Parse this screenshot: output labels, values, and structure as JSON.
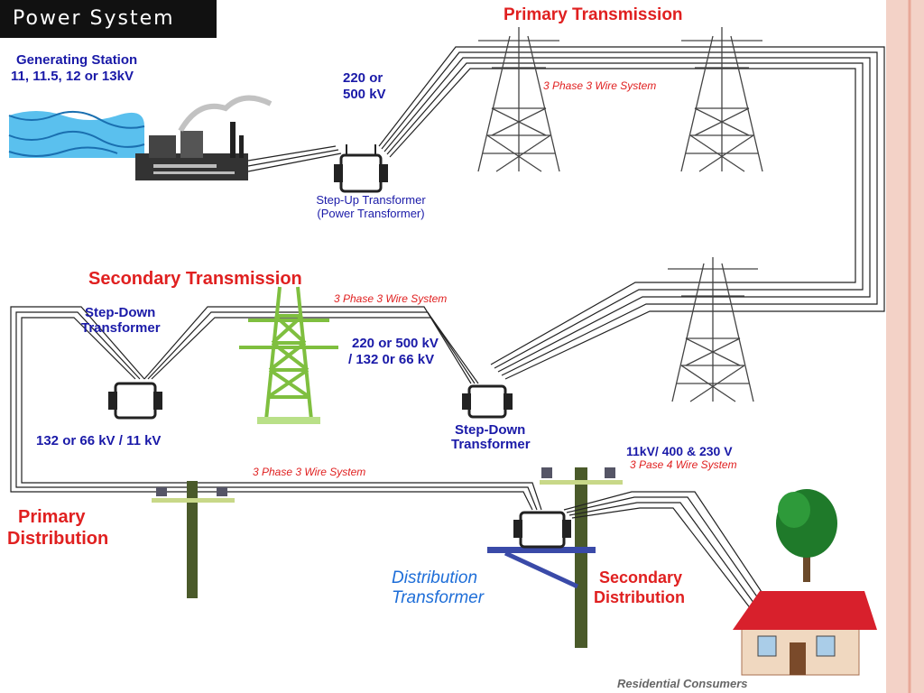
{
  "title": "Power System",
  "labels": {
    "generating_station": "Generating Station",
    "generating_voltage": "11, 11.5, 12 or 13kV",
    "step_up_voltage_1": "220 or",
    "step_up_voltage_2": "500 kV",
    "step_up_transformer_1": "Step-Up Transformer",
    "step_up_transformer_2": "(Power Transformer)",
    "primary_transmission": "Primary Transmission",
    "primary_system": "3 Phase 3 Wire System",
    "secondary_transmission": "Secondary Transmission",
    "secondary_system": "3 Phase 3 Wire System",
    "step_down_left_1": "Step-Down",
    "step_down_left_2": "Transformer",
    "st_voltage_1": "220 or 500 kV",
    "st_voltage_2": "/ 132 0r 66 kV",
    "left_voltage": "132 or 66 kV / 11 kV",
    "step_down_right_1": "Step-Down",
    "step_down_right_2": "Transformer",
    "dist_voltage": "11kV/ 400 & 230 V",
    "dist_system": "3 Pase 4 Wire System",
    "primary_dist_system": "3 Phase 3 Wire System",
    "primary_distribution_1": "Primary",
    "primary_distribution_2": "Distribution",
    "distribution_transformer_1": "Distribution",
    "distribution_transformer_2": "Transformer",
    "secondary_distribution_1": "Secondary",
    "secondary_distribution_2": "Distribution",
    "residential": "Residential Consumers"
  },
  "colors": {
    "border_accent": "#e8a898",
    "label_blue": "#1a1aa8",
    "label_red": "#e02020",
    "tower_green": "#7fbf3f",
    "house_roof": "#d8202c"
  }
}
